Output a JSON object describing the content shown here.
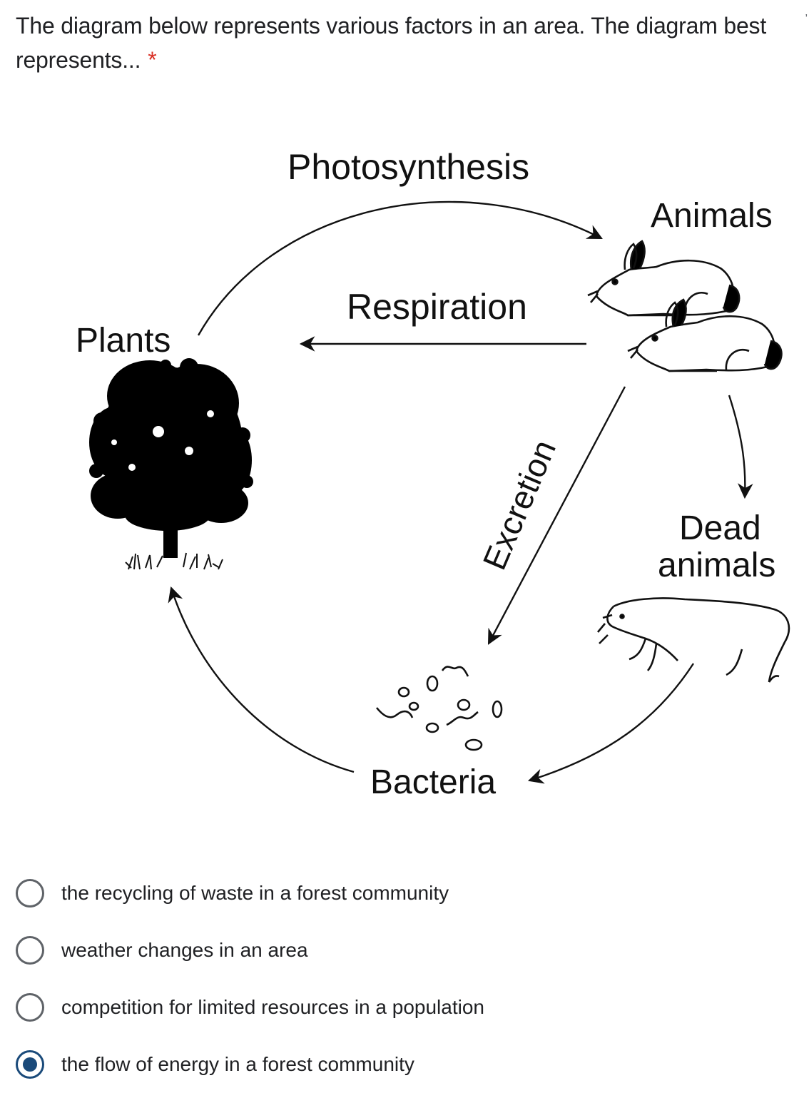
{
  "question": {
    "text": "The diagram below represents various factors in an area. The diagram best represents...",
    "required_mark": "*"
  },
  "diagram": {
    "labels": {
      "photosynthesis": "Photosynthesis",
      "animals": "Animals",
      "respiration": "Respiration",
      "plants": "Plants",
      "excretion": "Excretion",
      "dead_line1": "Dead",
      "dead_line2": "animals",
      "bacteria": "Bacteria"
    }
  },
  "options": [
    {
      "label": "the recycling of waste in a forest community",
      "selected": false
    },
    {
      "label": "weather changes in an area",
      "selected": false
    },
    {
      "label": "competition for limited resources in a population",
      "selected": false
    },
    {
      "label": "the flow of energy in a forest community",
      "selected": true
    }
  ],
  "colors": {
    "accent": "#1a4a7a",
    "required": "#d93025",
    "radio_border": "#5f6368"
  }
}
